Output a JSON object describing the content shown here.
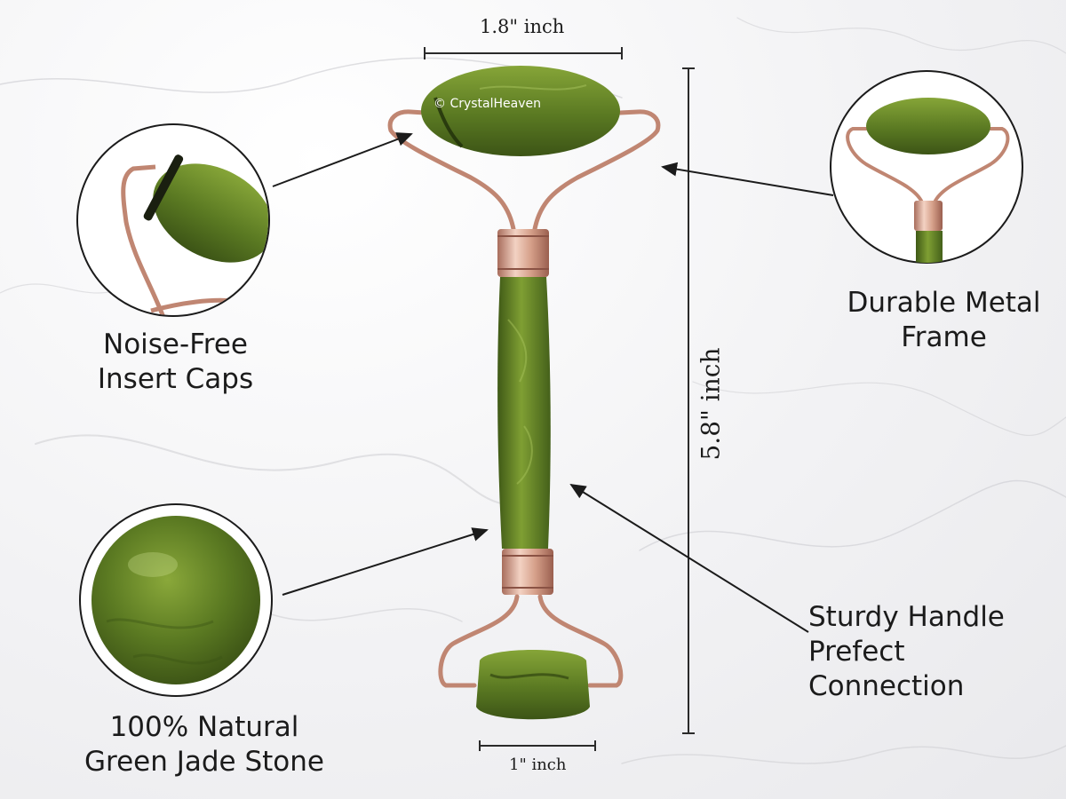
{
  "watermark": "© CrystalHeaven",
  "dimensions": {
    "top_width": "1.8\" inch",
    "bottom_width": "1\" inch",
    "height": "5.8\" inch"
  },
  "features": {
    "caps": [
      "Noise-Free",
      "Insert Caps"
    ],
    "frame": [
      "Durable Metal",
      "Frame"
    ],
    "handle": [
      "Sturdy Handle",
      "Prefect",
      "Connection"
    ],
    "stone": [
      "100% Natural",
      "Green Jade Stone"
    ]
  },
  "colors": {
    "jade": "#5b7a22",
    "jade_dark": "#3e5716",
    "frame_metal": "#c98f7c",
    "background": "#f3f3f5"
  }
}
